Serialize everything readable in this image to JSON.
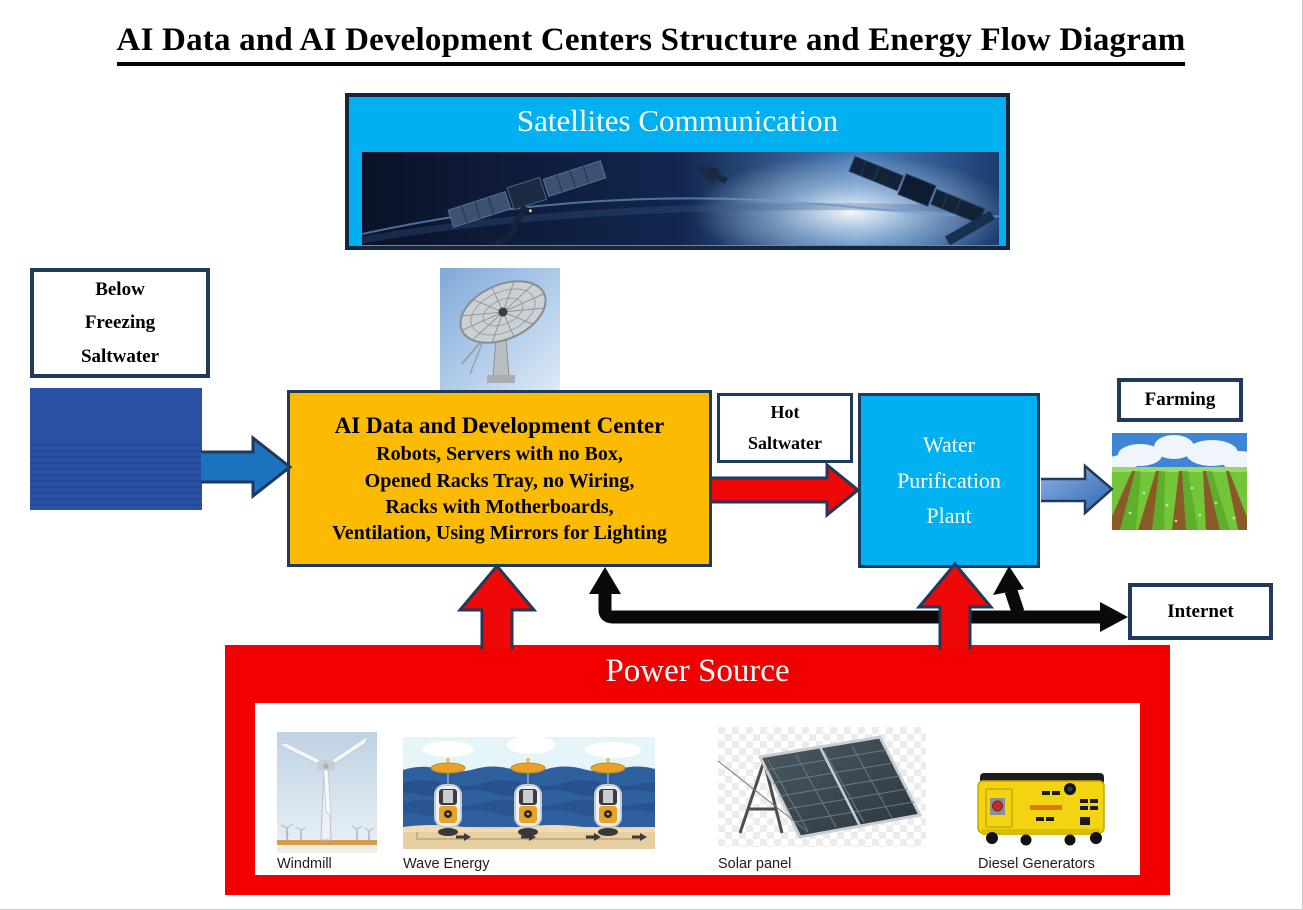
{
  "page": {
    "title": "AI Data and AI Development Centers Structure and Energy Flow Diagram"
  },
  "satellites": {
    "title": "Satellites Communication"
  },
  "below_freezing": {
    "lines": [
      "Below",
      "Freezing",
      "Saltwater"
    ]
  },
  "ai_center": {
    "title": "AI Data and Development Center",
    "lines": [
      "Robots, Servers with no Box,",
      "Opened Racks Tray, no Wiring,",
      "Racks with Motherboards,",
      "Ventilation, Using Mirrors for Lighting"
    ]
  },
  "hot_saltwater": {
    "lines": [
      "Hot",
      "Saltwater"
    ]
  },
  "water_plant": {
    "lines": [
      "Water",
      "Purification",
      "Plant"
    ]
  },
  "farming": {
    "label": "Farming"
  },
  "internet": {
    "label": "Internet"
  },
  "power_source": {
    "title": "Power Source",
    "captions": {
      "windmill": "Windmill",
      "wave": "Wave Energy",
      "solar": "Solar panel",
      "diesel": "Diesel Generators"
    }
  },
  "colors": {
    "cyan": "#00b0f0",
    "gold": "#fcbb00",
    "red": "#f20000",
    "arrow_red": "#ee0808",
    "arrow_blue": "#1b72be",
    "navy_border": "#1f3a5c",
    "black": "#0a0a0a"
  }
}
